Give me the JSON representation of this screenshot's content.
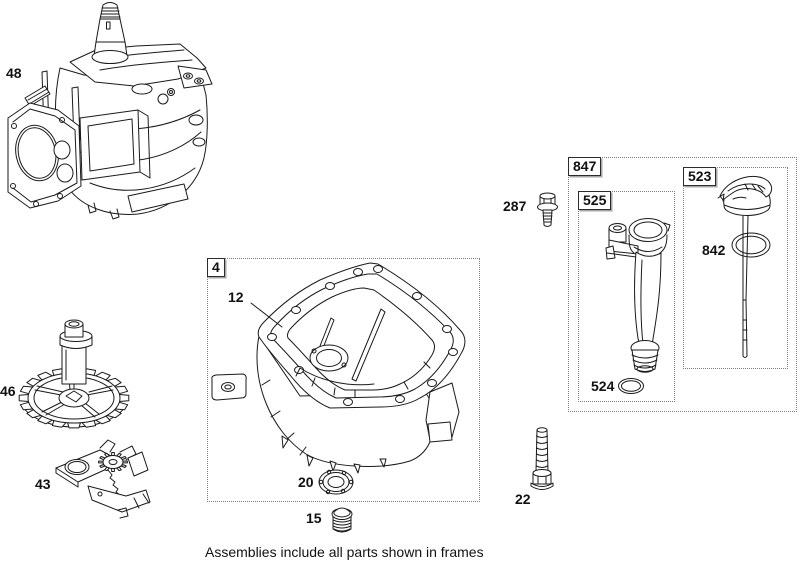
{
  "caption": "Assemblies include all parts shown in frames",
  "colors": {
    "line": "#1a1a1a",
    "frame_border": "#7d7d7d",
    "background": "#ffffff"
  },
  "frames": {
    "f4": {
      "label": "4"
    },
    "f847": {
      "label": "847"
    },
    "f525": {
      "label": "525"
    },
    "f523": {
      "label": "523"
    }
  },
  "part_labels": {
    "p48": "48",
    "p46": "46",
    "p43": "43",
    "p12": "12",
    "p20": "20",
    "p15": "15",
    "p287": "287",
    "p22": "22",
    "p524": "524",
    "p842": "842"
  }
}
